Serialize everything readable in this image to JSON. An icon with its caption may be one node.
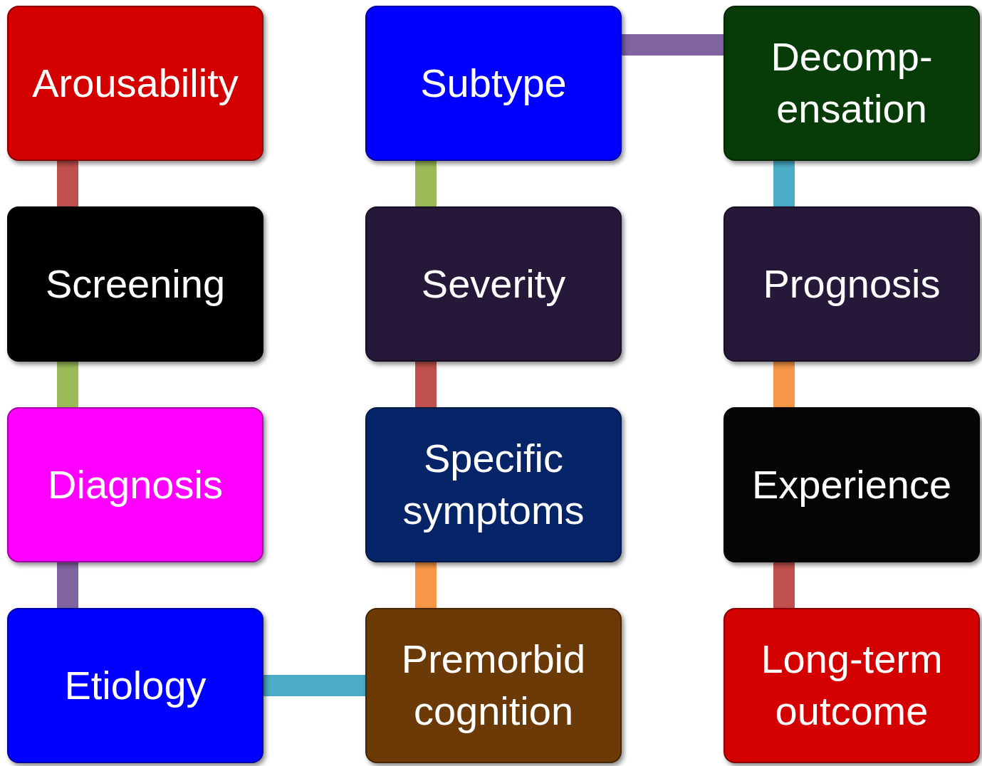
{
  "diagram": {
    "nodes": [
      {
        "text": [
          "Arousability"
        ]
      },
      {
        "text": [
          "Screening"
        ]
      },
      {
        "text": [
          "Diagnosis"
        ]
      },
      {
        "text": [
          "Etiology"
        ]
      },
      {
        "text": [
          "Premorbid cognition"
        ]
      },
      {
        "text": [
          "Specific symptoms"
        ]
      },
      {
        "text": [
          "Severity"
        ]
      },
      {
        "text": [
          "Subtype"
        ]
      },
      {
        "text": [
          "Decomp- ensation"
        ]
      },
      {
        "text": [
          "Prognosis"
        ]
      },
      {
        "text": [
          "Experience"
        ]
      },
      {
        "text": [
          "Long-term outcome"
        ]
      }
    ],
    "edges": [
      {
        "from": 0,
        "to": 1,
        "arrow": "none",
        "color": "#c0504d"
      },
      {
        "from": 1,
        "to": 2,
        "arrow": "none",
        "color": "#9bbb59"
      },
      {
        "from": 2,
        "to": 3,
        "arrow": "none",
        "color": "#8064a2"
      },
      {
        "from": 3,
        "to": 4,
        "arrow": "none",
        "color": "#4bacc6"
      },
      {
        "from": 4,
        "to": 5,
        "arrow": "none",
        "color": "#f79646"
      },
      {
        "from": 5,
        "to": 6,
        "arrow": "none",
        "color": "#c0504d"
      },
      {
        "from": 6,
        "to": 7,
        "arrow": "none",
        "color": "#9bbb59"
      },
      {
        "from": 7,
        "to": 8,
        "arrow": "none",
        "color": "#8064a2"
      },
      {
        "from": 8,
        "to": 9,
        "arrow": "none",
        "color": "#4bacc6"
      },
      {
        "from": 9,
        "to": 10,
        "arrow": "none",
        "color": "#f79646"
      },
      {
        "from": 10,
        "to": 11,
        "arrow": "none",
        "color": "#c0504d"
      }
    ]
  }
}
